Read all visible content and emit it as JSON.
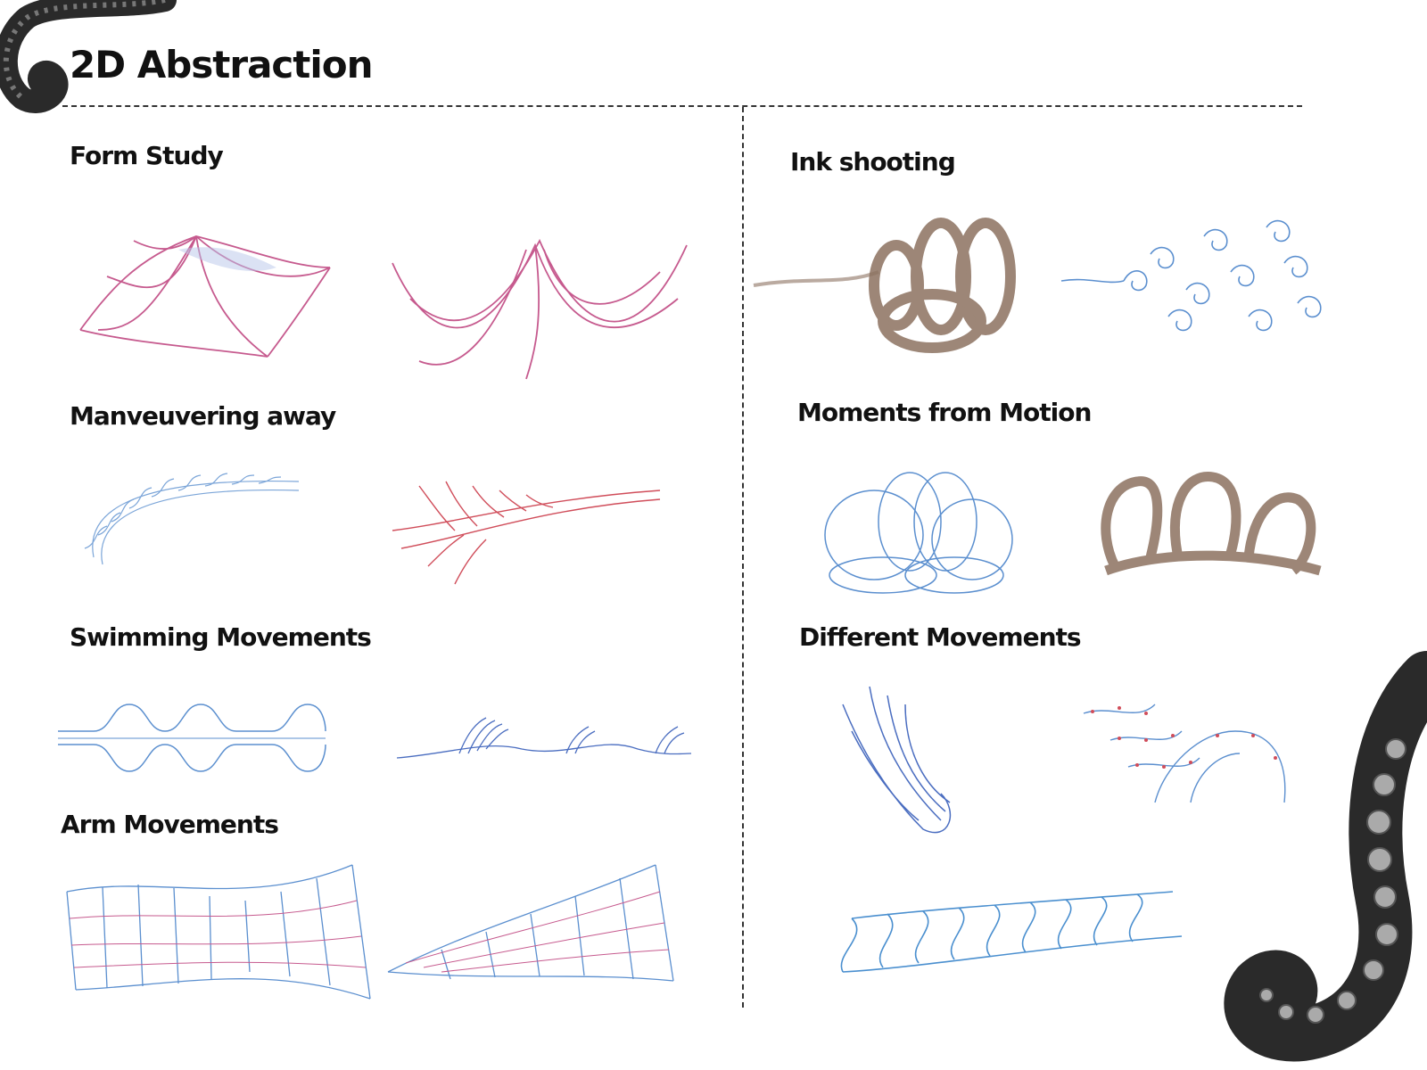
{
  "page": {
    "title": "2D Abstraction"
  },
  "sections": {
    "form_study": "Form Study",
    "maneuvering": "Manveuvering away",
    "swimming": "Swimming Movements",
    "arm": "Arm Movements",
    "ink": "Ink shooting",
    "moments": "Moments from Motion",
    "different": "Different Movements"
  },
  "colors": {
    "pink": "#c65a8e",
    "blue": "#5b8fcf",
    "brown": "#8c7260",
    "red": "#d04d5a",
    "tentacle": "#2a2a2a"
  }
}
